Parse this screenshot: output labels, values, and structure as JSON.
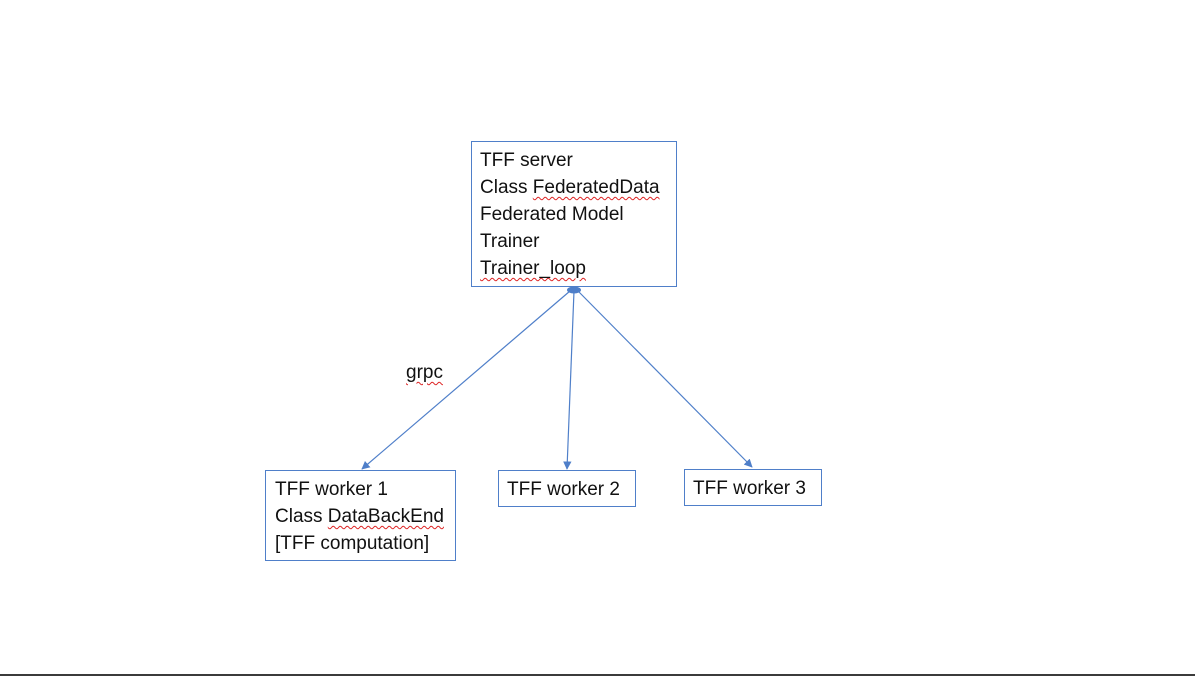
{
  "colors": {
    "box_border": "#4f7fc9",
    "connector": "#4f7fc9",
    "spellcheck_underline": "#d22222",
    "text": "#111111"
  },
  "server": {
    "lines": [
      "TFF server",
      "Class FederatedData",
      "Federated Model",
      "Trainer",
      "Trainer_loop"
    ]
  },
  "workers": [
    {
      "lines": [
        "TFF worker 1",
        "Class DataBackEnd",
        "[TFF computation]"
      ]
    },
    {
      "lines": [
        "TFF worker 2"
      ]
    },
    {
      "lines": [
        "TFF worker 3"
      ]
    }
  ],
  "edge_label": "grpc"
}
